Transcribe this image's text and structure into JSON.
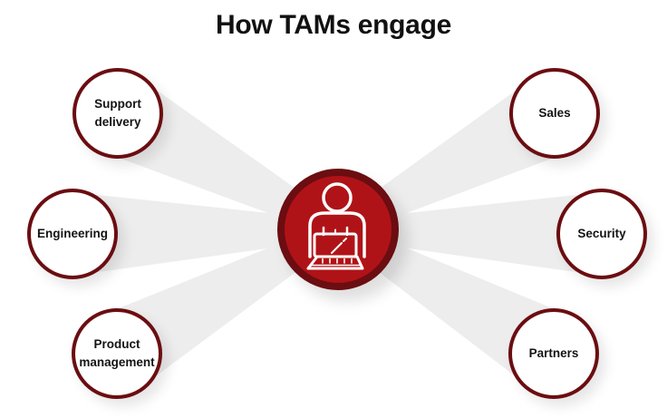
{
  "title": "How TAMs engage",
  "colors": {
    "accent_red": "#b01317",
    "dark_red": "#6b0d11",
    "beam_gray": "#ededed",
    "text_color": "#141414"
  },
  "hub": {
    "icon": "person-with-laptop-icon"
  },
  "nodes": [
    {
      "id": "support-delivery",
      "label": "Support\ndelivery"
    },
    {
      "id": "engineering",
      "label": "Engineering"
    },
    {
      "id": "product-management",
      "label": "Product\nmanagement"
    },
    {
      "id": "sales",
      "label": "Sales"
    },
    {
      "id": "security",
      "label": "Security"
    },
    {
      "id": "partners",
      "label": "Partners"
    }
  ]
}
